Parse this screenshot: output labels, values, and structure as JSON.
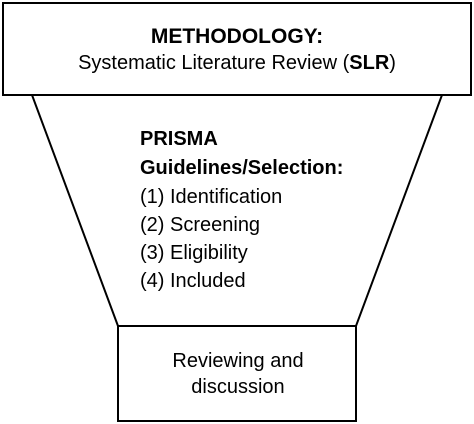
{
  "top_box": {
    "title": "METHODOLOGY:",
    "subtitle_prefix": "Systematic Literature Review (",
    "subtitle_bold": "SLR",
    "subtitle_suffix": ")"
  },
  "funnel": {
    "heading_line1": "PRISMA",
    "heading_line2": "Guidelines/Selection:",
    "steps": [
      "(1) Identification",
      "(2) Screening",
      "(3) Eligibility",
      "(4) Included"
    ]
  },
  "bottom_box": {
    "line1": "Reviewing and",
    "line2": "discussion"
  }
}
